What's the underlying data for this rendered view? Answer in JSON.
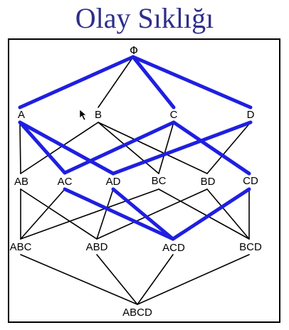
{
  "title": "Olay Sıklığı",
  "colors": {
    "title": "#2e2e8a",
    "highlight": "#1f1fe0",
    "line": "#000000"
  },
  "nodes": [
    {
      "id": "phi",
      "label": "Φ",
      "level": 0
    },
    {
      "id": "A",
      "label": "A",
      "level": 1
    },
    {
      "id": "B",
      "label": "B",
      "level": 1
    },
    {
      "id": "C",
      "label": "C",
      "level": 1
    },
    {
      "id": "D",
      "label": "D",
      "level": 1
    },
    {
      "id": "AB",
      "label": "AB",
      "level": 2
    },
    {
      "id": "AC",
      "label": "AC",
      "level": 2
    },
    {
      "id": "AD",
      "label": "AD",
      "level": 2
    },
    {
      "id": "BC",
      "label": "BC",
      "level": 2
    },
    {
      "id": "BD",
      "label": "BD",
      "level": 2
    },
    {
      "id": "CD",
      "label": "CD",
      "level": 2
    },
    {
      "id": "ABC",
      "label": "ABC",
      "level": 3
    },
    {
      "id": "ABD",
      "label": "ABD",
      "level": 3
    },
    {
      "id": "ACD",
      "label": "ACD",
      "level": 3
    },
    {
      "id": "BCD",
      "label": "BCD",
      "level": 3
    },
    {
      "id": "ABCD",
      "label": "ABCD",
      "level": 4
    }
  ],
  "highlighted_edges": [
    [
      "phi",
      "A"
    ],
    [
      "phi",
      "C"
    ],
    [
      "phi",
      "D"
    ],
    [
      "A",
      "AC"
    ],
    [
      "A",
      "AD"
    ],
    [
      "C",
      "AC"
    ],
    [
      "C",
      "CD"
    ],
    [
      "D",
      "AD"
    ],
    [
      "AC",
      "ACD"
    ],
    [
      "AD",
      "ACD"
    ],
    [
      "CD",
      "ACD"
    ]
  ],
  "plain_edges": [
    [
      "phi",
      "B"
    ],
    [
      "A",
      "AB"
    ],
    [
      "B",
      "AB"
    ],
    [
      "B",
      "BC"
    ],
    [
      "B",
      "BD"
    ],
    [
      "C",
      "BC"
    ],
    [
      "D",
      "BD"
    ],
    [
      "AB",
      "ABC"
    ],
    [
      "AB",
      "ABD"
    ],
    [
      "AC",
      "ABC"
    ],
    [
      "AD",
      "ABD"
    ],
    [
      "BC",
      "ABC"
    ],
    [
      "BC",
      "BCD"
    ],
    [
      "BD",
      "ABD"
    ],
    [
      "BD",
      "BCD"
    ],
    [
      "CD",
      "BCD"
    ],
    [
      "ABC",
      "ABCD"
    ],
    [
      "ABD",
      "ABCD"
    ],
    [
      "ACD",
      "ABCD"
    ],
    [
      "BCD",
      "ABCD"
    ]
  ]
}
